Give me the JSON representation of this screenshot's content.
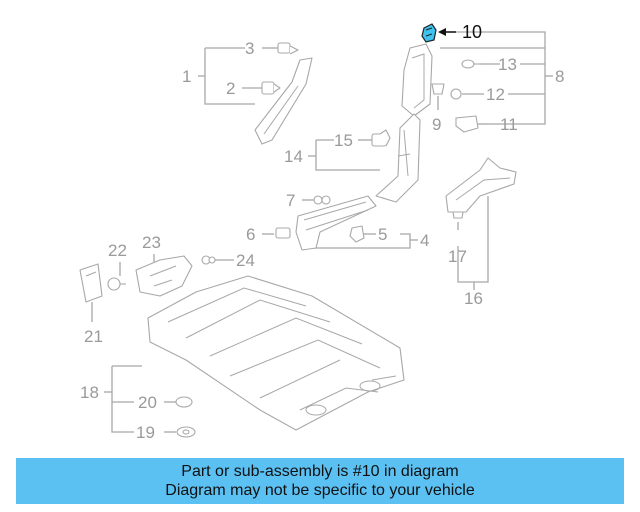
{
  "diagram": {
    "highlighted_part": "10",
    "accent_color": "#3ec2ef",
    "callouts": [
      "1",
      "2",
      "3",
      "4",
      "5",
      "6",
      "7",
      "8",
      "9",
      "10",
      "11",
      "12",
      "13",
      "14",
      "15",
      "16",
      "17",
      "18",
      "19",
      "20",
      "21",
      "22",
      "23",
      "24"
    ]
  },
  "banner": {
    "line1": "Part or sub-assembly is #10 in diagram",
    "line2": "Diagram may not be specific to your vehicle",
    "color": "#5bc0f2"
  }
}
